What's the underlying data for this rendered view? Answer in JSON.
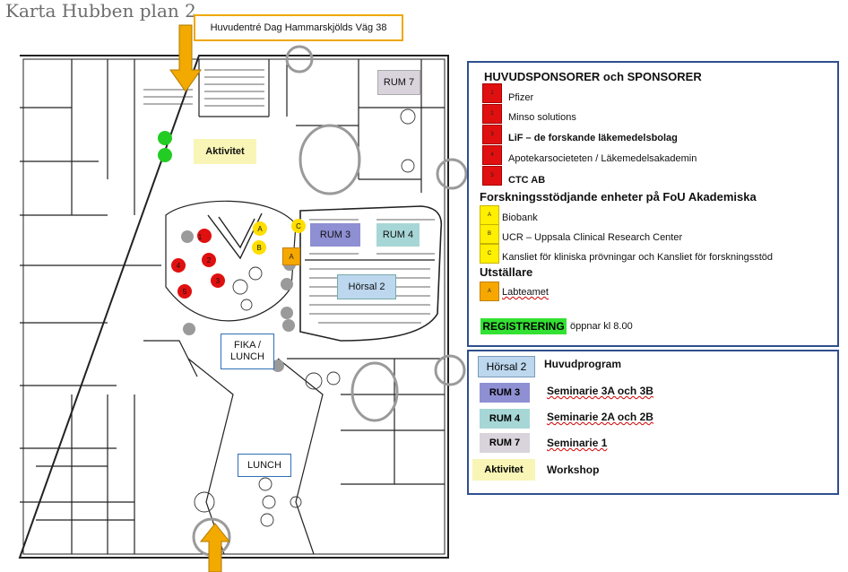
{
  "map": {
    "title": "Karta Hubben plan 2",
    "entrance_label": "Huvudentré Dag Hammarskjölds Väg 38",
    "rooms": {
      "rum7": "RUM 7",
      "aktivitet": "Aktivitet",
      "rum3": "RUM 3",
      "rum4": "RUM 4",
      "horsal2": "Hörsal 2",
      "fika": "FIKA / LUNCH",
      "lunch": "LUNCH"
    },
    "markers": {
      "red": [
        "1",
        "2",
        "3",
        "4",
        "5"
      ],
      "yellow": [
        "A",
        "B",
        "C"
      ],
      "orange": [
        "A"
      ]
    },
    "colors": {
      "red": "#e01010",
      "yellow": "#ffef00",
      "orange": "#f6a800",
      "green": "#22cc22",
      "grey": "#9a9a9a",
      "rum3": "#8f8fd4",
      "rum4": "#a7d6d6",
      "rum7": "#d9d3dc",
      "horsal2": "#bcd7ee",
      "aktivitet": "#f8f5b6",
      "registrering": "#33e133"
    }
  },
  "sponsors": {
    "heading": "HUVUDSPONSORER och SPONSORER",
    "items": [
      {
        "marker": "1",
        "label": "Pfizer"
      },
      {
        "marker": "2",
        "label": "Minso solutions"
      },
      {
        "marker": "3",
        "label": "LiF – de forskande läkemedelsbolag"
      },
      {
        "marker": "4",
        "label": "Apotekarsocieteten / Läkemedelsakademin"
      },
      {
        "marker": "5",
        "label": "CTC AB"
      }
    ]
  },
  "support": {
    "heading": "Forskningsstödjande enheter på FoU Akademiska",
    "items": [
      {
        "marker": "A",
        "label": "Biobank"
      },
      {
        "marker": "B",
        "label": "UCR – Uppsala Clinical Research Center"
      },
      {
        "marker": "C",
        "label": "Kansliet för kliniska prövningar och Kansliet för forskningsstöd"
      }
    ]
  },
  "exhibitors": {
    "heading": "Utställare",
    "items": [
      {
        "marker": "A",
        "label": "Labteamet"
      }
    ]
  },
  "registration": {
    "badge": "REGISTRERING",
    "text": "öppnar kl 8.00"
  },
  "program": [
    {
      "room": "Hörsal 2",
      "label": "Huvudprogram"
    },
    {
      "room": "RUM 3",
      "label": "Seminarie 3A och 3B"
    },
    {
      "room": "RUM 4",
      "label": "Seminarie 2A och 2B"
    },
    {
      "room": "RUM 7",
      "label": "Seminarie 1"
    },
    {
      "room": "Aktivitet",
      "label": "Workshop"
    }
  ]
}
